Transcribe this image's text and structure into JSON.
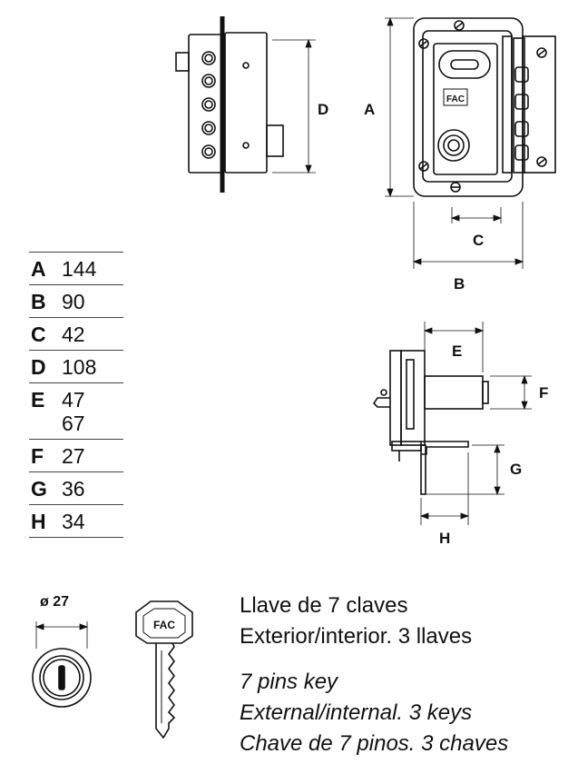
{
  "dimension_labels": {
    "A": "A",
    "B": "B",
    "C": "C",
    "D": "D",
    "E": "E",
    "F": "F",
    "G": "G",
    "H": "H"
  },
  "specs": [
    {
      "letter": "A",
      "values": [
        "144"
      ]
    },
    {
      "letter": "B",
      "values": [
        "90"
      ]
    },
    {
      "letter": "C",
      "values": [
        "42"
      ]
    },
    {
      "letter": "D",
      "values": [
        "108"
      ]
    },
    {
      "letter": "E",
      "values": [
        "47",
        "67"
      ]
    },
    {
      "letter": "F",
      "values": [
        "27"
      ]
    },
    {
      "letter": "G",
      "values": [
        "36"
      ]
    },
    {
      "letter": "H",
      "values": [
        "34"
      ]
    }
  ],
  "cylinder": {
    "diameter_label": "ø 27"
  },
  "key_brand": "FAC",
  "lock_brand": "FAC",
  "description": {
    "es": [
      "Llave de 7 claves",
      "Exterior/interior. 3 llaves"
    ],
    "en_pt": [
      "7 pins key",
      "External/internal. 3 keys",
      "Chave de 7 pinos. 3 chaves"
    ]
  }
}
